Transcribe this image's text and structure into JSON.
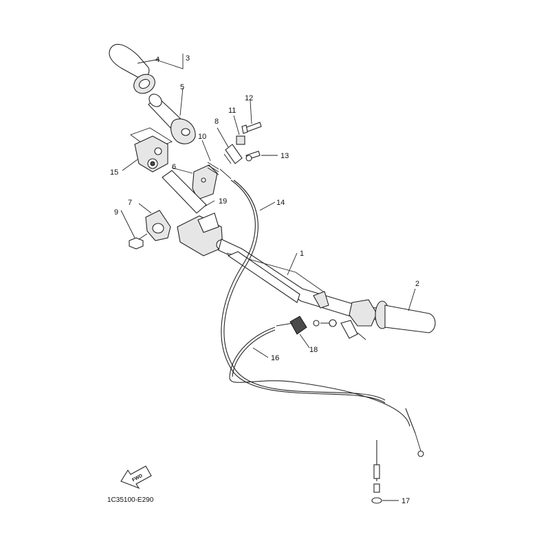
{
  "diagram": {
    "code": "1C35100-E290",
    "fwd_label": "FWD",
    "callouts": {
      "p1": "1",
      "p2": "2",
      "p3": "3",
      "p4": "4",
      "p5": "5",
      "p6": "6",
      "p7": "7",
      "p8": "8",
      "p9": "9",
      "p10": "10",
      "p11": "11",
      "p12": "12",
      "p13": "13",
      "p14": "14",
      "p15": "15",
      "p16": "16",
      "p17": "17",
      "p18": "18",
      "p19": "19"
    }
  }
}
